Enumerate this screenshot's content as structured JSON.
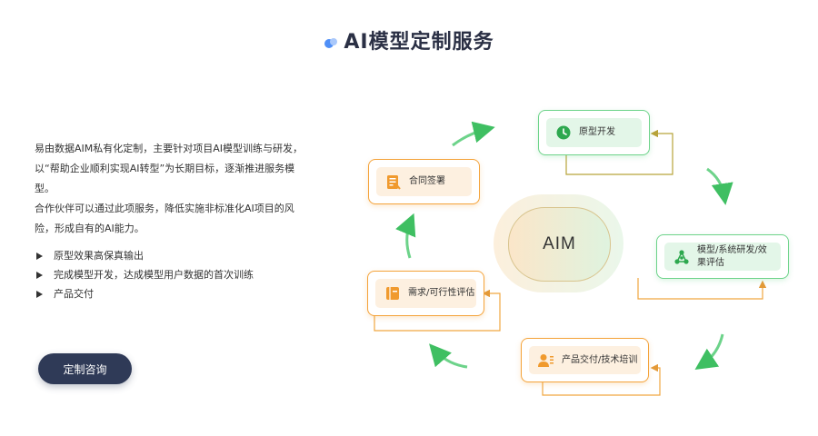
{
  "header": {
    "title": "AI模型定制服务"
  },
  "intro": {
    "paragraph1": "易由数据AIM私有化定制，主要针对项目AI模型训练与研发，以“帮助企业顺利实现AI转型”为长期目标，逐渐推进服务模型。",
    "paragraph2": "合作伙伴可以通过此项服务，降低实施非标准化AI项目的风险，形成自有的AI能力。"
  },
  "features": [
    "原型效果高保真输出",
    "完成模型开发，达成模型用户数据的首次训练",
    "产品交付"
  ],
  "cta": {
    "label": "定制咨询"
  },
  "diagram": {
    "center": "AIM",
    "nodes": {
      "prototype": "原型开发",
      "evaluate_line1": "模型/系统研发/效",
      "evaluate_line2": "果评估",
      "delivery": "产品交付/技术培训",
      "requirements": "需求/可行性评估",
      "contract": "合同签署"
    }
  },
  "colors": {
    "green": "#6dd38a",
    "orange": "#f4a33a",
    "button": "#2f3a57",
    "title": "#2b3045"
  }
}
